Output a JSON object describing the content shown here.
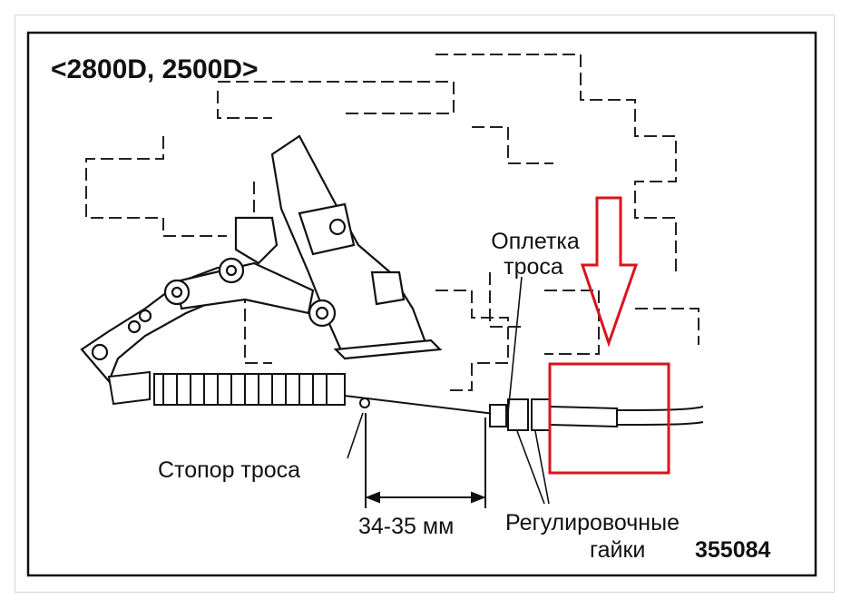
{
  "diagram": {
    "title": "<2800D, 2500D>",
    "labels": {
      "cable_sheath_line1": "Оплетка",
      "cable_sheath_line2": "троса",
      "cable_stopper": "Стопор троса",
      "gap_dimension": "34-35 мм",
      "adjusting_nuts_line1": "Регулировочные",
      "adjusting_nuts_line2": "гайки",
      "figure_code": "355084"
    },
    "highlight_color": "#d8141f"
  }
}
